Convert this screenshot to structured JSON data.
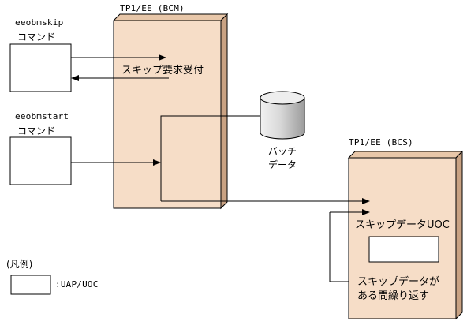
{
  "colors": {
    "block_face": "#f6ddc7",
    "block_side": "#c9a283",
    "cylinder_light": "#f2f2f2",
    "cylinder_dark": "#9c9c9c",
    "stroke": "#000000"
  },
  "bcm": {
    "title": "TP1/EE (BCM)",
    "process_label": "スキップ要求受付"
  },
  "bcs": {
    "title": "TP1/EE (BCS)",
    "uoc_label": "スキップデータUOC",
    "loop_label_line1": "スキップデータが",
    "loop_label_line2": "ある間繰り返す"
  },
  "commands": {
    "skip": {
      "line1": "eeobmskip",
      "line2": "コマンド"
    },
    "start": {
      "line1": "eeobmstart",
      "line2": "コマンド"
    }
  },
  "batch_data": {
    "line1": "バッチ",
    "line2": "データ"
  },
  "legend": {
    "title": "(凡例)",
    "desc": ":UAP/UOC"
  }
}
